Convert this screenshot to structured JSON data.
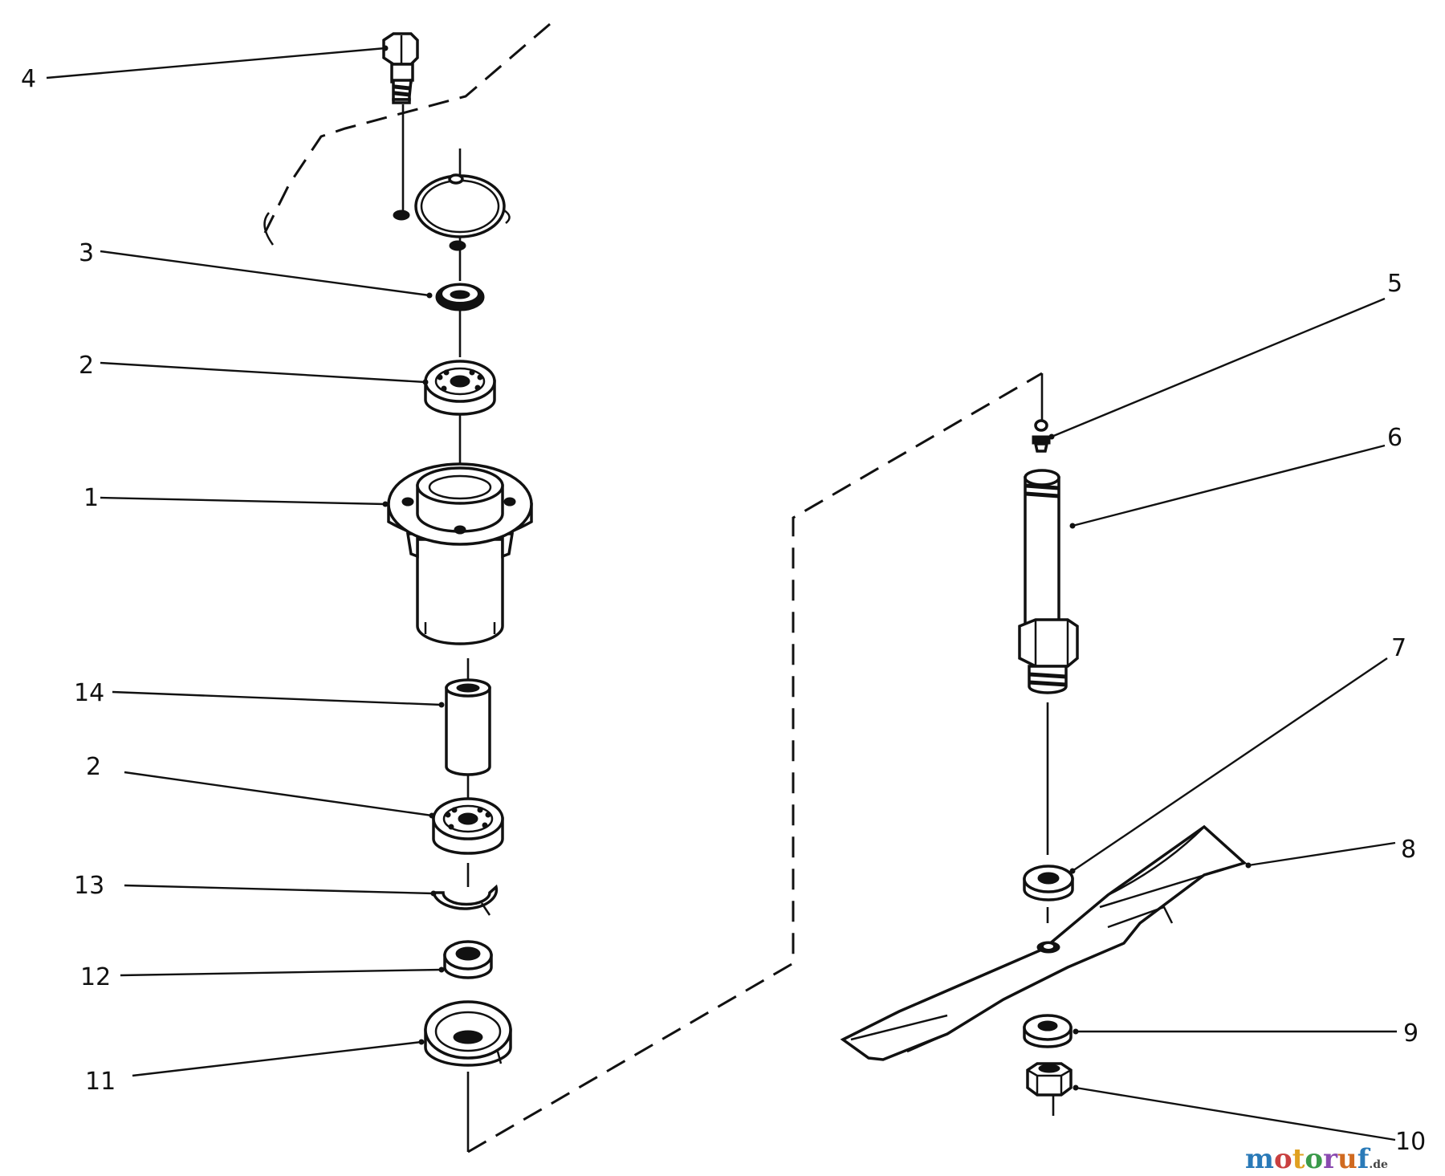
{
  "callouts": {
    "c1": "1",
    "c2a": "2",
    "c2b": "2",
    "c3": "3",
    "c4": "4",
    "c5": "5",
    "c6": "6",
    "c7": "7",
    "c8": "8",
    "c9": "9",
    "c10": "10",
    "c11": "11",
    "c12": "12",
    "c13": "13",
    "c14": "14"
  },
  "watermark": {
    "main": "motoruf",
    "suffix": ".de",
    "colors": [
      "#2a7ab8",
      "#c94040",
      "#e0a020",
      "#3a9a4a",
      "#8a4ab0",
      "#d06a20",
      "#2a7ab8"
    ]
  }
}
